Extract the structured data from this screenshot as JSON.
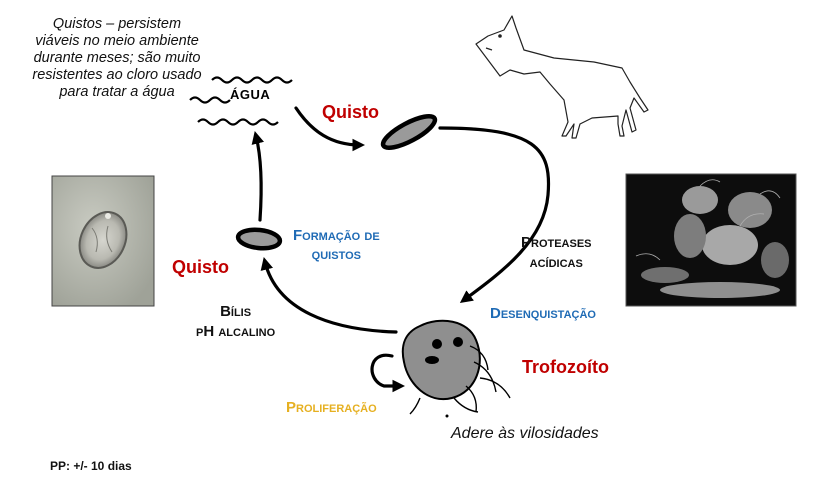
{
  "note": {
    "lines": [
      "Quistos – persistem",
      "viáveis no meio ambiente",
      "durante meses; são muito",
      "resistentes ao cloro usado",
      "para tratar a água"
    ]
  },
  "water_label": "ÁGUA",
  "cyst_label_top": "Quisto",
  "cyst_label_left": "Quisto",
  "trophozoite_label": "Trofozoíto",
  "cyst_formation": [
    "Formação de",
    "quistos"
  ],
  "excystation": "Desenquistação",
  "proteases": [
    "Proteases",
    "acídicas"
  ],
  "bile": [
    "Bílis",
    "pH alcalino"
  ],
  "proliferation": "Proliferação",
  "adhere": "Adere às vilosidades",
  "incubation": "PP: +/- 10 dias",
  "colors": {
    "red": "#c00000",
    "blue": "#1f6bb5",
    "gold": "#e6b021",
    "cyst_fill": "#9a9a9a"
  },
  "icons": [
    "dog-icon",
    "cyst-micrograph",
    "trophozoite-micrograph",
    "giardia-trophozoite-icon",
    "water-wave-icon"
  ]
}
